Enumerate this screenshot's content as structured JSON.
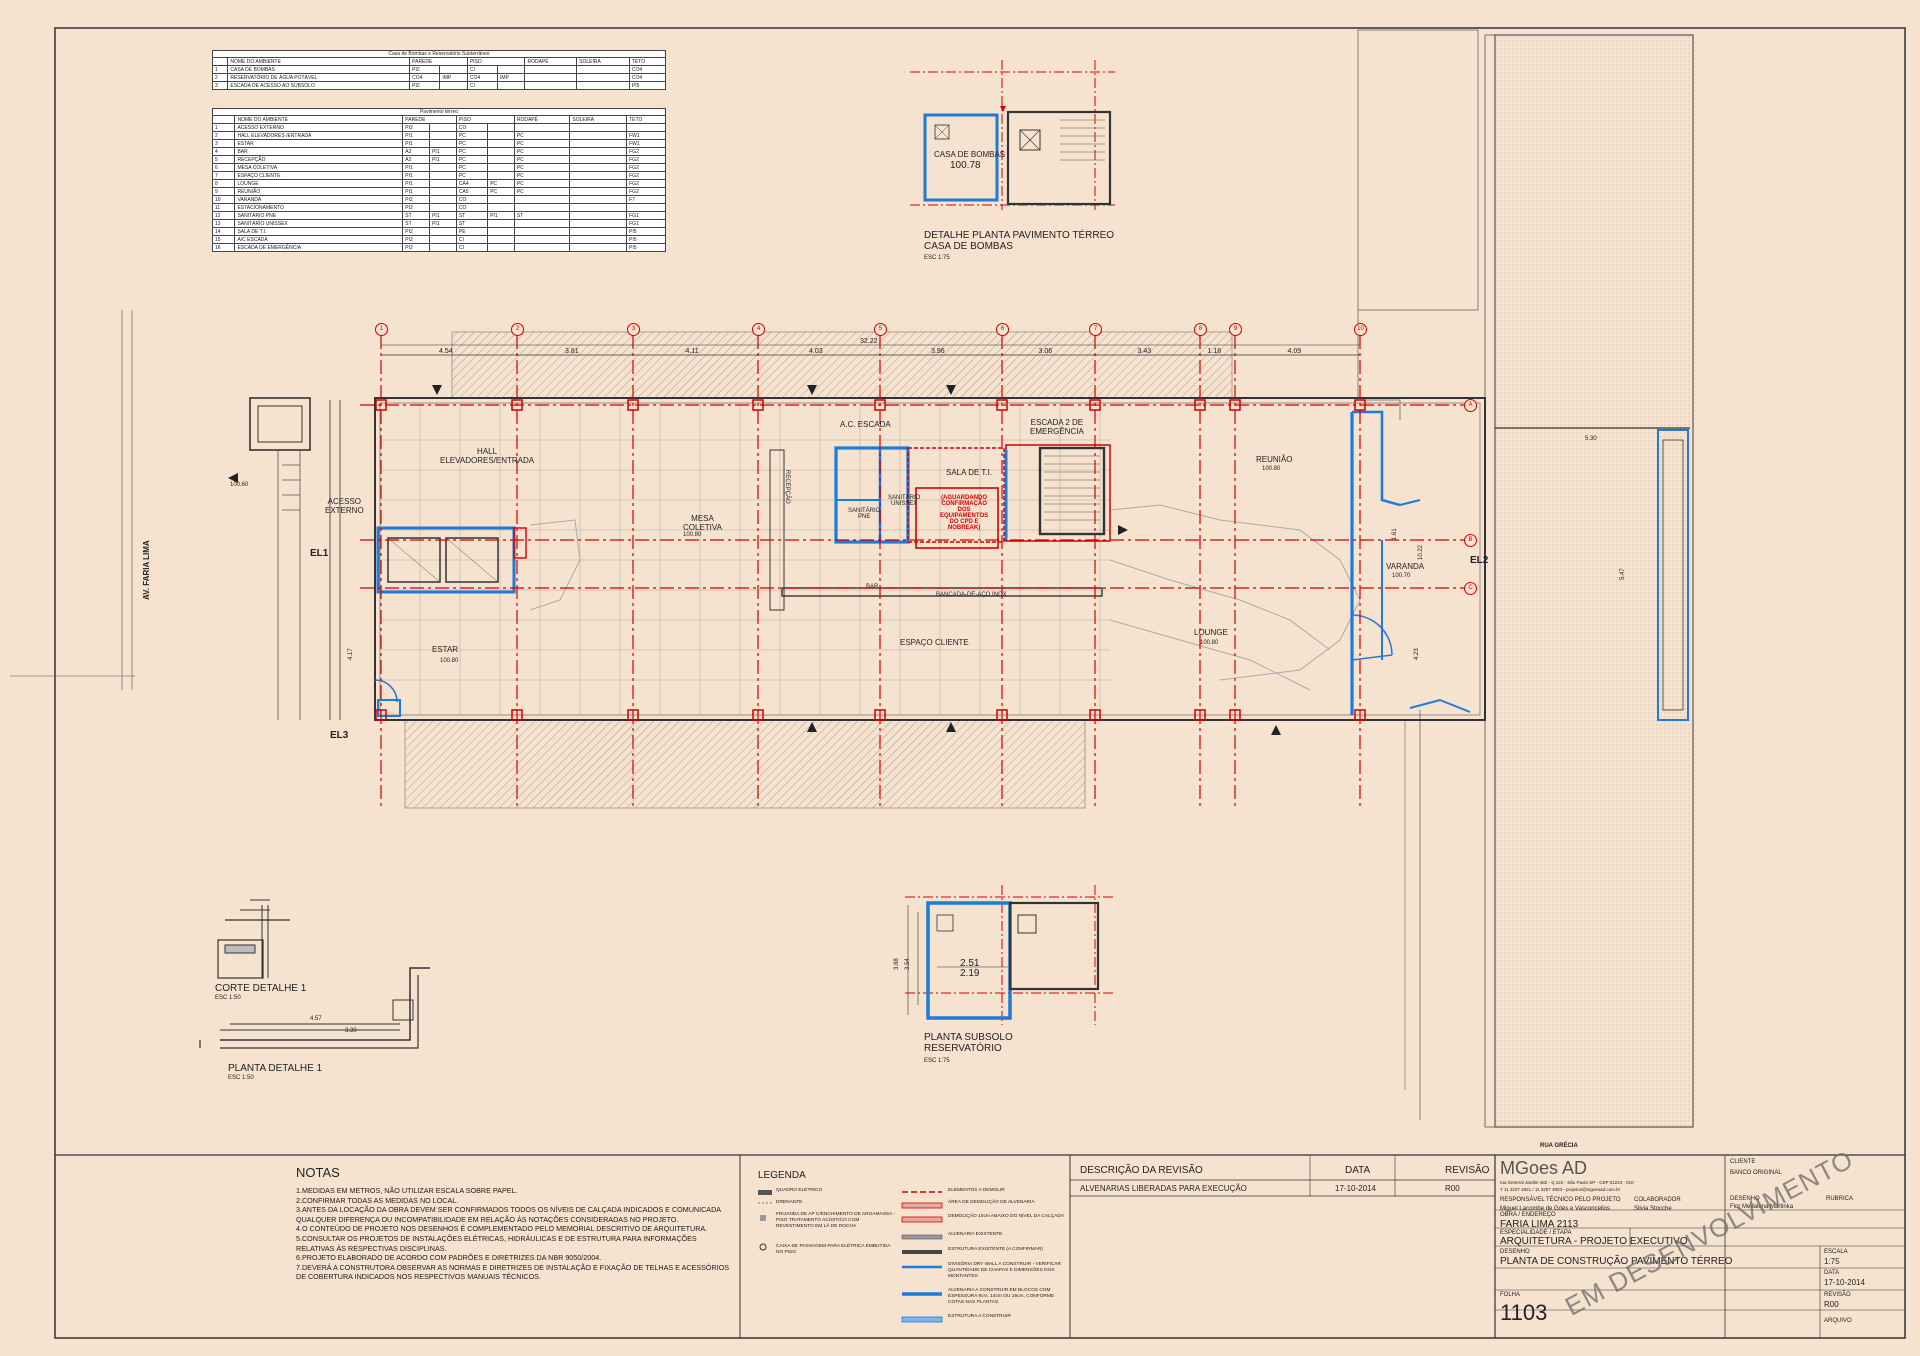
{
  "schedules": {
    "subsolo": {
      "title": "Casa de Bombas e Reservatório Subterrâneo",
      "headers": [
        "NOME DO AMBIENTE",
        "PAREDE",
        "PISO",
        "RODAPÉ",
        "SOLEIRA",
        "TETO"
      ],
      "rows": [
        [
          "1",
          "CASA DE BOMBAS",
          "PI2",
          "",
          "CI",
          "",
          "",
          "",
          "CO4"
        ],
        [
          "2",
          "RESERVATÓRIO DE ÁGUA POTÁVEL",
          "CO4",
          "IMP",
          "CO4",
          "IMP",
          "",
          "",
          "CO4"
        ],
        [
          "3",
          "ESCADA DE ACESSO AO SUBSOLO",
          "PI2",
          "",
          "CI",
          "",
          "",
          "",
          "PI5"
        ]
      ]
    },
    "terreo": {
      "title": "Pavimento térreo",
      "headers": [
        "NOME DO AMBIENTE",
        "PAREDE",
        "PISO",
        "RODAPÉ",
        "SOLEIRA",
        "TETO"
      ],
      "rows": [
        [
          "1",
          "ACESSO EXTERNO",
          "PI2",
          "",
          "CO",
          "",
          "",
          "",
          ""
        ],
        [
          "2",
          "HALL ELEVADORES /ENTRADA",
          "PI1",
          "",
          "PC",
          "",
          "PC",
          "",
          "FW1"
        ],
        [
          "3",
          "ESTAR",
          "PI1",
          "",
          "PC",
          "",
          "PC",
          "",
          "FW1"
        ],
        [
          "4",
          "BAR",
          "A2",
          "PI1",
          "PC",
          "",
          "PC",
          "",
          "FG2"
        ],
        [
          "5",
          "RECEPÇÃO",
          "A2",
          "PI1",
          "PC",
          "",
          "PC",
          "",
          "FG2"
        ],
        [
          "6",
          "MESA COLETIVA",
          "PI1",
          "",
          "PC",
          "",
          "PC",
          "",
          "FG2"
        ],
        [
          "7",
          "ESPAÇO CLIENTE",
          "PI1",
          "",
          "PC",
          "",
          "PC",
          "",
          "FG2"
        ],
        [
          "8",
          "LOUNGE",
          "PI1",
          "",
          "CA4",
          "PC",
          "PC",
          "",
          "FG2"
        ],
        [
          "9",
          "REUNIÃO",
          "PI1",
          "",
          "CA5",
          "PC",
          "PC",
          "",
          "FG2"
        ],
        [
          "10",
          "VARANDA",
          "PI2",
          "",
          "CO",
          "",
          "",
          "",
          "F7"
        ],
        [
          "11",
          "ESTACIONAMENTO",
          "PI2",
          "",
          "CO",
          "",
          "",
          "",
          ""
        ],
        [
          "12",
          "SANITÁRIO PNE",
          "ST",
          "PI1",
          "ST",
          "PI1",
          "ST",
          "",
          "FG1"
        ],
        [
          "13",
          "SANITÁRIO UNISSEX",
          "ST",
          "PI1",
          "ST",
          "",
          "",
          "",
          "FG1"
        ],
        [
          "14",
          "SALA DE T.I.",
          "PI2",
          "",
          "PE",
          "",
          "",
          "",
          "PI5"
        ],
        [
          "15",
          "A/C ESCADA",
          "PI2",
          "",
          "CI",
          "",
          "",
          "",
          "PI5"
        ],
        [
          "16",
          "ESCADA DE EMERGÊNCIA",
          "PI2",
          "",
          "CI",
          "",
          "",
          "",
          "PI5"
        ]
      ]
    }
  },
  "grid": {
    "columns": [
      "1",
      "2",
      "3",
      "4",
      "5",
      "6",
      "7",
      "8",
      "9",
      "10"
    ],
    "rows": [
      "A",
      "B",
      "C"
    ],
    "dims": [
      "4.54",
      "3.81",
      "4.11",
      "4.03",
      "3.96",
      "3.06",
      "3.43",
      "1.18",
      "4.09"
    ],
    "total": "32.22"
  },
  "rooms": {
    "hall": "HALL\nELEVADORES/ENTRADA",
    "acesso": "ACESSO\nEXTERNO",
    "estar": "ESTAR",
    "mesa": "MESA\nCOLETIVA",
    "espaco": "ESPAÇO CLIENTE",
    "lounge": "LOUNGE",
    "reuniao": "REUNIÃO",
    "varanda": "VARANDA",
    "sala_ti": "SALA DE T.I.",
    "escada2": "ESCADA 2 DE\nEMERGÊNCIA",
    "ac_escada": "A.C. ESCADA",
    "sanit_pne": "SANITÁRIO\nPNE",
    "sanit_uni": "SANITÁRIO\nUNISSEX",
    "recepcao": "RECEPÇÃO",
    "bar": "BAR",
    "bancada": "BANCADA-DE-AÇO INOX",
    "aguardando": "(AGUARDANDO\nCONFIRMAÇÃO\nDOS\nEQUIPAMENTOS\nDO CPD E\nNOBREAK)",
    "street_left": "AV. FARIA LIMA",
    "street_bottom": "RUA GRÉCIA",
    "level_main": "100.80",
    "level_ext": "100.60",
    "level_varanda": "100.70",
    "el1": "EL1",
    "el2": "EL2",
    "el3": "EL3"
  },
  "details": {
    "bombas_title": "DETALHE PLANTA PAVIMENTO TÉRREO\nCASA DE BOMBAS",
    "bombas_scale": "ESC 1:75",
    "bombas_label": "CASA DE BOMBAS",
    "bombas_level": "100.78",
    "subsolo_title": "PLANTA SUBSOLO\nRESERVATÓRIO",
    "subsolo_scale": "ESC 1:75",
    "corte_title": "CORTE DETALHE 1",
    "corte_scale": "ESC 1:50",
    "planta_title": "PLANTA DETALHE 1",
    "planta_scale": "ESC 1:50",
    "dim_251": "2.51",
    "dim_219": "2.19",
    "dim_388": "3.88",
    "dim_354": "3.54",
    "dim_457": "4.57",
    "dim_330": "3.30",
    "dim_161": "1.61",
    "dim_1022": "10.22",
    "dim_423": "4.23",
    "dim_547": "5.47",
    "dim_530": "5.30",
    "dim_417": "4.17"
  },
  "notes": {
    "title": "NOTAS",
    "items": [
      "1.MEDIDAS EM METROS, NÃO UTILIZAR ESCALA SOBRE PAPEL.",
      "2.CONFIRMAR TODAS AS MEDIDAS NO LOCAL.",
      "3.ANTES DA LOCAÇÃO DA OBRA DEVEM SER CONFIRMADOS TODOS OS NÍVEIS DE CALÇADA INDICADOS E COMUNICADA",
      "QUALQUER DIFERENÇA OU INCOMPATIBILIDADE EM RELAÇÃO ÀS NOTAÇÕES CONSIDERADAS NO PROJETO.",
      "4.O CONTEÚDO DE PROJETO NOS DESENHOS É COMPLEMENTADO PELO MEMORIAL DESCRITIVO DE ARQUITETURA.",
      "5.CONSULTAR OS PROJETOS DE INSTALAÇÕES ELÉTRICAS, HIDRÁULICAS E DE ESTRUTURA PARA INFORMAÇÕES",
      "RELATIVAS ÀS RESPECTIVAS DISCIPLINAS.",
      "6.PROJETO ELABORADO DE ACORDO COM PADRÕES E DIRETRIZES DA NBR 9050/2004.",
      "7.DEVERÁ A CONSTRUTORA OBSERVAR AS NORMAS E DIRETRIZES DE INSTALAÇÃO E FIXAÇÃO DE TELHAS E ACESSÓRIOS",
      "DE COBERTURA INDICADOS NOS RESPECTIVOS MANUAIS TÉCNICOS."
    ]
  },
  "legend": {
    "title": "LEGENDA",
    "left": [
      "QUADRO ELÉTRICO",
      "DRENANTE",
      "FRIJANDA DE AP C/ENCHIMENTO DE ARGAMASSA - PISO TRATAMENTO ACÚSTICO COM REVESTIMENTO EM LÃ DE ROCHA",
      "CAIXA DE PASSAGEM PARA ELÉTRICA EMBUTIDA NO PISO"
    ],
    "right": [
      "ELEMENTOS A DEMOLIR",
      "ÁREA DE DEMOLIÇÃO DE ALVENARIA",
      "DEMOLIÇÃO 10cm ABAIXO DO NÍVEL DA CALÇADA",
      "ALVENARIA EXISTENTE",
      "ESTRUTURA EXISTENTE (A CONFIRMAR)",
      "DIVISÓRIA DRY WALL A CONSTRUIR - VERIFICAR QUANTIDADE DE CHAPAS E DIMENSÕES DOS MONTANTES",
      "ALVENARIA A CONSTRUIR EM BLOCOS COM ESPESSURA 9cm, 14cm OU 19cm, CONFORME COTAS NAS PLANTAS",
      "ESTRUTURA A CONSTRUIR"
    ]
  },
  "revision": {
    "header_desc": "DESCRIÇÃO DA REVISÃO",
    "header_date": "DATA",
    "header_rev": "REVISÃO",
    "desc": "ALVENARIAS LIBERADAS PARA EXECUÇÃO",
    "date": "17-10-2014",
    "rev": "R00"
  },
  "titleblock": {
    "company": "MGoes AD",
    "company_addr": "rua General Jardim 482 - sj 122 - São Paulo SP - CEP 01223 - 010",
    "company_tel": "T 11 3237 4821 / 11 3257 3803 - projetos@mgoesad.com.br",
    "cliente_label": "CLIENTE",
    "cliente": "BANCO ORIGINAL",
    "resp_label": "RESPONSÁVEL TÉCNICO PELO PROJETO",
    "resp": "Miguel Lacombe de Góes e Vasconcellos",
    "colab_label": "COLABORADOR",
    "colab": "Silvia Stocche",
    "desenho_by_label": "DESENHO",
    "desenho_by": "Flor Medalena Martinka",
    "rubrica_label": "RUBRICA",
    "obra_label": "OBRA / ENDEREÇO",
    "obra": "FARIA LIMA 2113",
    "espec_label": "ESPECIALIDADE / ETAPA",
    "espec": "ARQUITETURA - PROJETO EXECUTIVO",
    "desenho_label": "DESENHO",
    "desenho": "PLANTA DE CONSTRUÇÃO PAVIMENTO TÉRREO",
    "escala_label": "ESCALA",
    "escala": "1:75",
    "data_label": "DATA",
    "data": "17-10-2014",
    "folha_label": "FOLHA",
    "folha": "1103",
    "revisao_label": "REVISÃO",
    "revisao": "R00",
    "arquivo_label": "ARQUIVO",
    "watermark": "EM DESENVOLVIMENTO"
  },
  "colors": {
    "paper": "#f5e3cf",
    "wall_new": "#1e7bd9",
    "demolish": "#d10000",
    "grid": "#d10000",
    "existing": "#333333"
  }
}
